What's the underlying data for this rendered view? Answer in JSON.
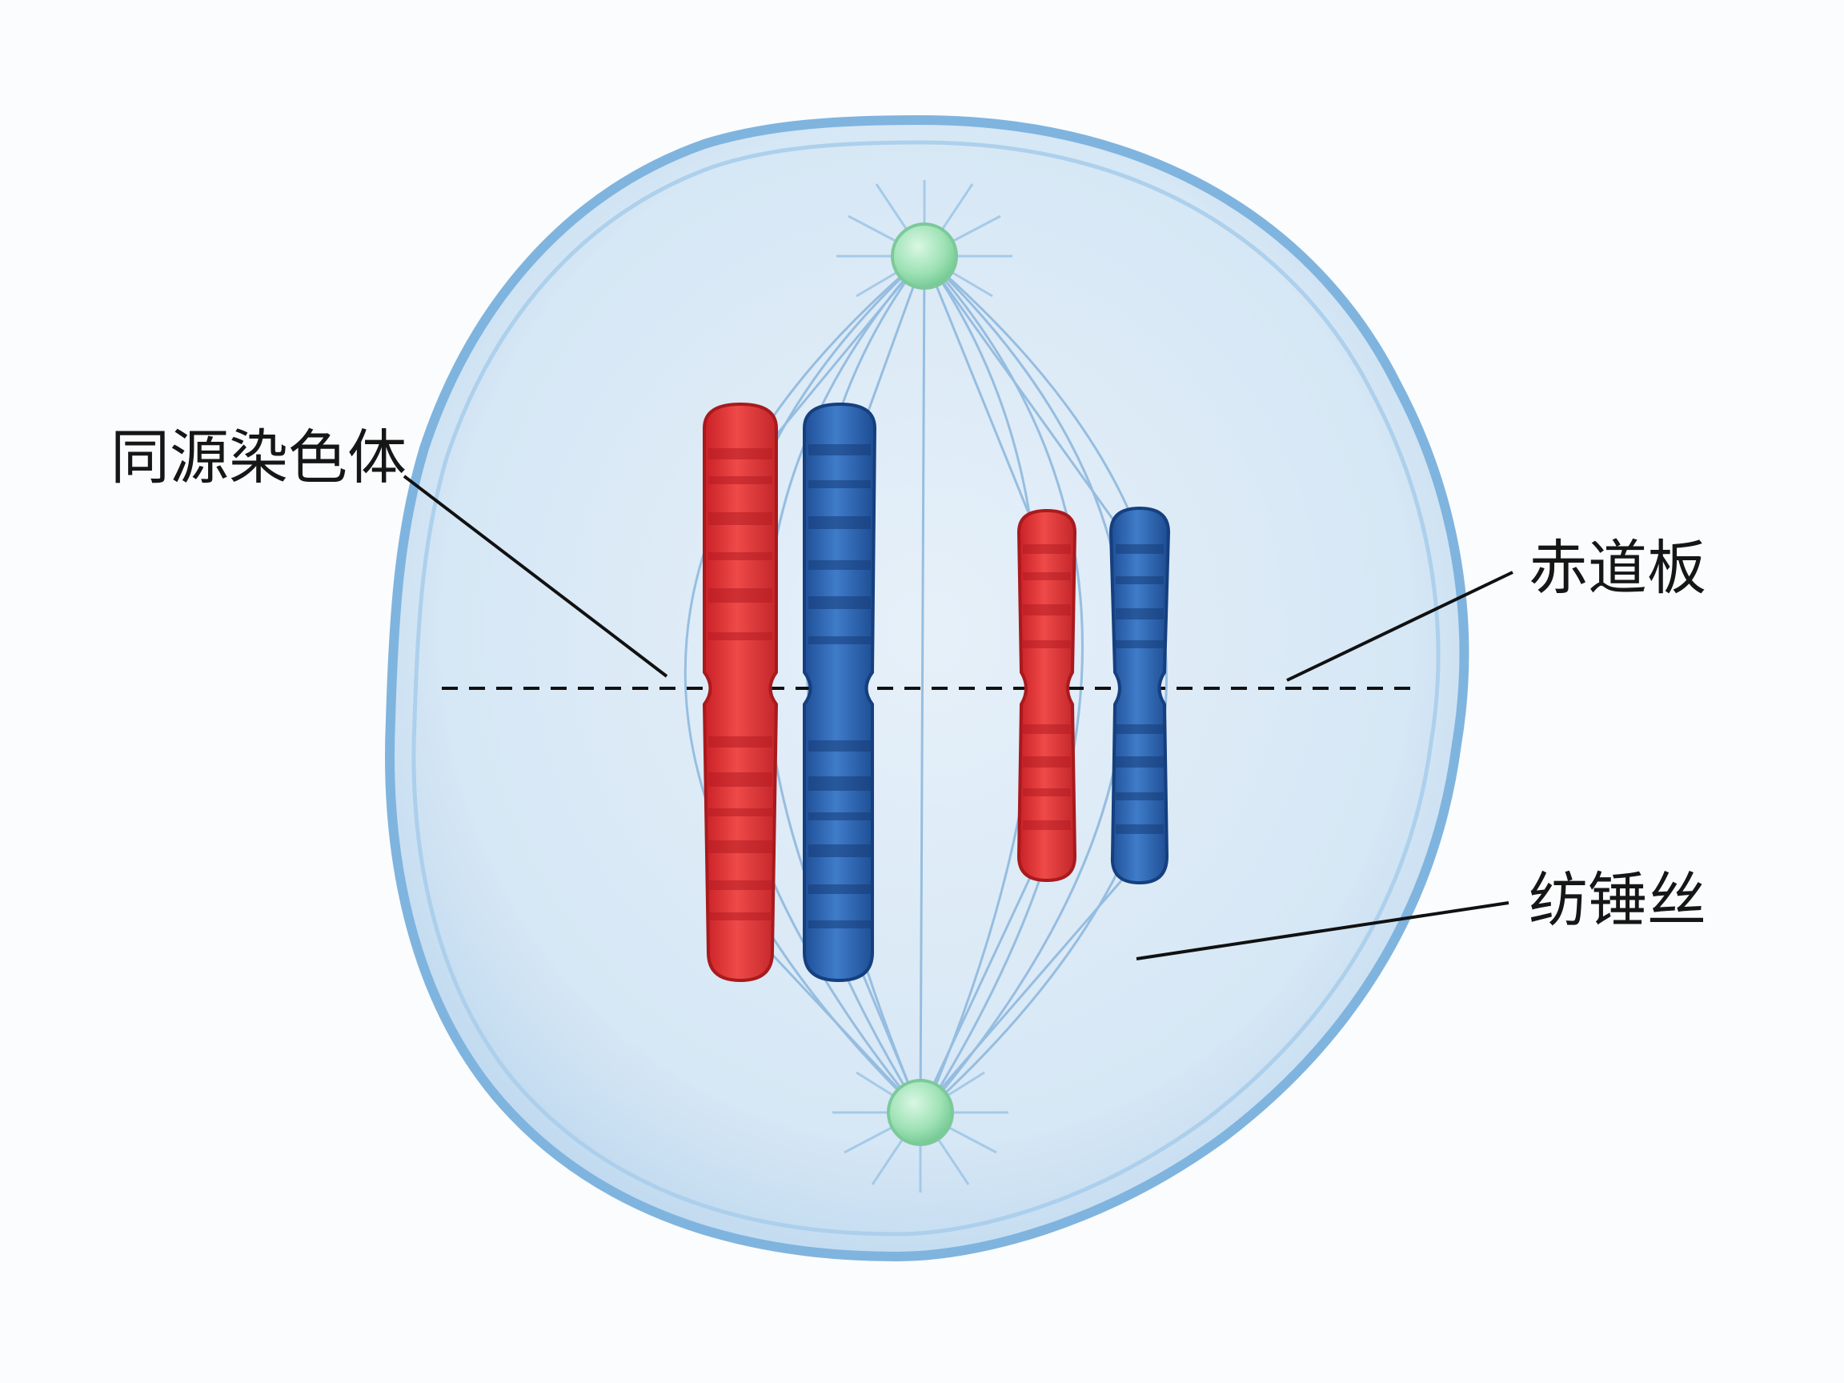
{
  "labels": {
    "homologous_chromosomes": "同源染色体",
    "equatorial_plate": "赤道板",
    "spindle_fibers": "纺锤丝"
  },
  "colors": {
    "background": "#fbfcfd",
    "cell_fill": "#dceaf6",
    "cell_membrane": "#7fb4df",
    "spindle_fiber": "#8fb9de",
    "centrosome": "#8fdca8",
    "chromosome_red": "#e2383a",
    "chromosome_blue": "#2f6ab8",
    "label_line": "#111111"
  }
}
